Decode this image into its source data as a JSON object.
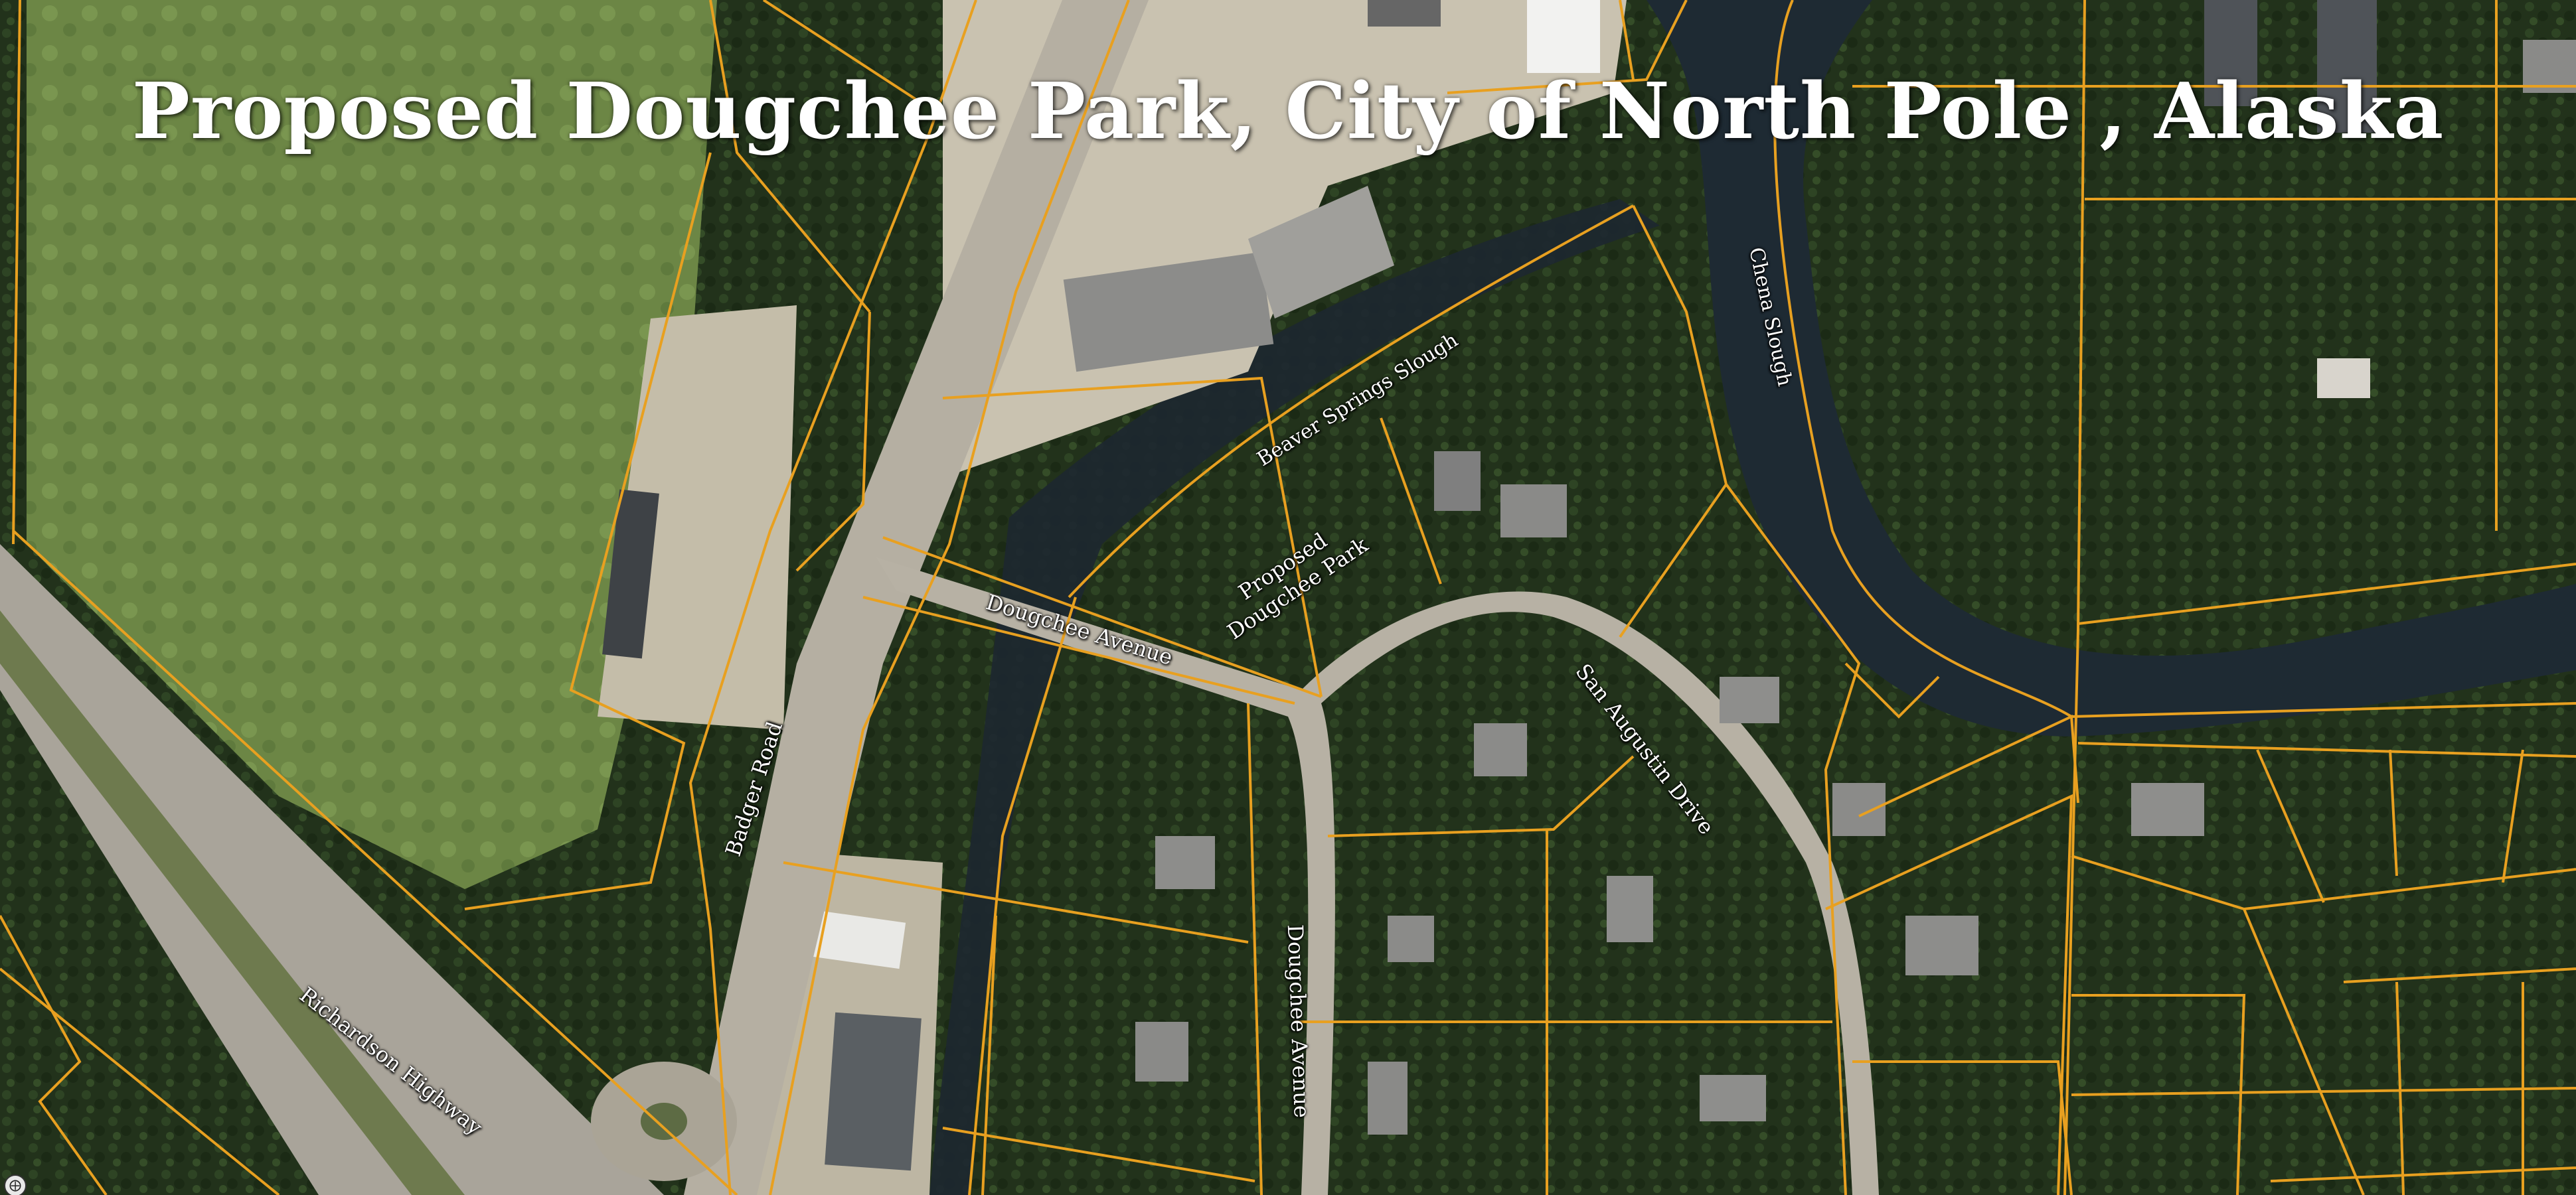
{
  "map": {
    "title": "Proposed Dougchee Park, City of North Pole , Alaska",
    "colors": {
      "parcel_lines": "#e8a020",
      "vegetation_dark": "#24331c",
      "vegetation_light": "#6f8a47",
      "water": "#1e2a33",
      "pavement": "#b9b2a4",
      "gravel": "#c9c2b0"
    },
    "labels": {
      "badger_road": "Badger Road",
      "richardson_highway": "Richardson Highway",
      "dougchee_avenue_west": "Dougchee Avenue",
      "dougchee_avenue_south": "Dougchee Avenue",
      "san_augustin_drive": "San Augustin Drive",
      "beaver_springs_slough": "Beaver Springs Slough",
      "chena_slough": "Chena Slough",
      "proposed_park_line1": "Proposed",
      "proposed_park_line2": "Dougchee Park"
    },
    "controls": {
      "compass_icon": "compass-icon"
    }
  }
}
